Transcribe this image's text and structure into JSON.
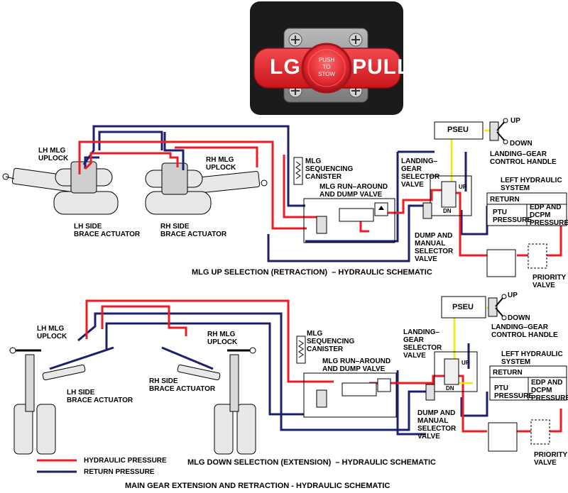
{
  "handle": {
    "left_text": "LG",
    "right_text": "PULL",
    "push_label": [
      "PUSH",
      "TO",
      "STOW"
    ]
  },
  "up_diagram": {
    "lh_uplock": "LH MLG\nUPLOCK",
    "rh_uplock": "RH MLG\nUPLOCK",
    "lh_brace": "LH SIDE\nBRACE ACTUATOR",
    "rh_brace": "RH SIDE\nBRACE ACTUATOR",
    "sequencing": "MLG\nSEQUENCING\nCANISTER",
    "runaround": "MLG RUN–AROUND\nAND DUMP VALVE",
    "selector": "LANDING–\nGEAR\nSELECTOR\nVALVE",
    "dump": "DUMP AND\nMANUAL\nSELECTOR\nVALVE",
    "pseu": "PSEU",
    "up": "UP",
    "down": "DOWN",
    "handle": "LANDING–GEAR\nCONTROL HANDLE",
    "hyd_system": "LEFT HYDRAULIC\nSYSTEM",
    "return": "RETURN",
    "ptu": "PTU\nPRESSURE",
    "edp": "EDP AND\nDCPM\nPRESSURE",
    "priority": "PRIORITY\nVALVE",
    "valve_up": "UP",
    "valve_dn": "DN",
    "title": "MLG UP SELECTION (RETRACTION)  – HYDRAULIC SCHEMATIC"
  },
  "down_diagram": {
    "lh_uplock": "LH MLG\nUPLOCK",
    "rh_uplock": "RH MLG\nUPLOCK",
    "lh_brace": "LH SIDE\nBRACE ACTUATOR",
    "rh_brace": "RH SIDE\nBRACE ACTUATOR",
    "sequencing": "MLG\nSEQUENCING\nCANISTER",
    "runaround": "MLG RUN–AROUND\nAND DUMP VALVE",
    "selector": "LANDING–\nGEAR\nSELECTOR\nVALVE",
    "dump": "DUMP AND\nMANUAL\nSELECTOR\nVALVE",
    "pseu": "PSEU",
    "up": "UP",
    "down": "DOWN",
    "handle": "LANDING–GEAR\nCONTROL HANDLE",
    "hyd_system": "LEFT HYDRAULIC\nSYSTEM",
    "return": "RETURN",
    "ptu": "PTU\nPRESSURE",
    "edp": "EDP AND\nDCPM\nPRESSURE",
    "priority": "PRIORITY\nVALVE",
    "valve_up": "UP",
    "valve_dn": "DN",
    "title": "MLG DOWN SELECTION (EXTENSION)  – HYDRAULIC SCHEMATIC"
  },
  "legend": {
    "hydraulic": "HYDRAULIC PRESSURE",
    "return": "RETURN PRESSURE",
    "hydraulic_color": "#ee1c24",
    "return_color": "#1c1f6b"
  },
  "colors": {
    "pressure": "#ee1c24",
    "return": "#1c1f6b",
    "signal": "#f2ea00",
    "panel": "#1b1b1b"
  },
  "footer": {
    "title": "MAIN GEAR EXTENSION AND RETRACTION - HYDRAULIC SCHEMATIC"
  }
}
